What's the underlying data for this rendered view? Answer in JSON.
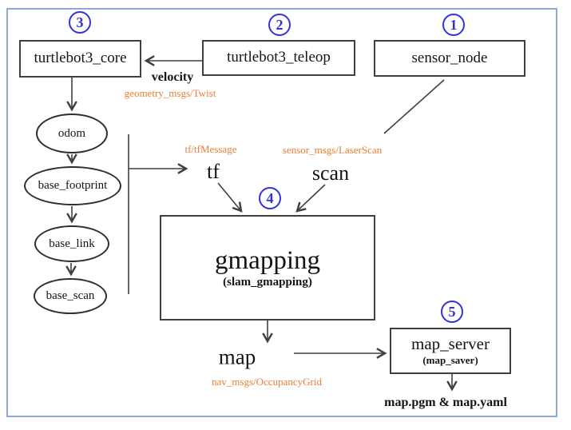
{
  "colors": {
    "frame_border": "#8eaadb",
    "badge_blue": "#3333dd",
    "topic_orange": "#ed7d31",
    "edge_gray": "#404040"
  },
  "badges": {
    "one": "1",
    "two": "2",
    "three": "3",
    "four": "4",
    "five": "5"
  },
  "nodes": {
    "sensor_node": {
      "label": "sensor_node"
    },
    "turtlebot3_teleop": {
      "label": "turtlebot3_teleop"
    },
    "turtlebot3_core": {
      "label": "turtlebot3_core"
    },
    "gmapping": {
      "label": "gmapping",
      "sublabel": "(slam_gmapping)"
    },
    "map_server": {
      "label": "map_server",
      "sublabel": "(map_saver)"
    }
  },
  "tf_frames": [
    {
      "label": "odom"
    },
    {
      "label": "base_footprint"
    },
    {
      "label": "base_link"
    },
    {
      "label": "base_scan"
    }
  ],
  "topics": {
    "velocity": {
      "name": "velocity",
      "type": "geometry_msgs/Twist"
    },
    "tf": {
      "name": "tf",
      "type": "tf/tfMessage"
    },
    "scan": {
      "name": "scan",
      "type": "sensor_msgs/LaserScan"
    },
    "map": {
      "name": "map",
      "type": "nav_msgs/OccupancyGrid"
    }
  },
  "output_files": "map.pgm & map.yaml"
}
